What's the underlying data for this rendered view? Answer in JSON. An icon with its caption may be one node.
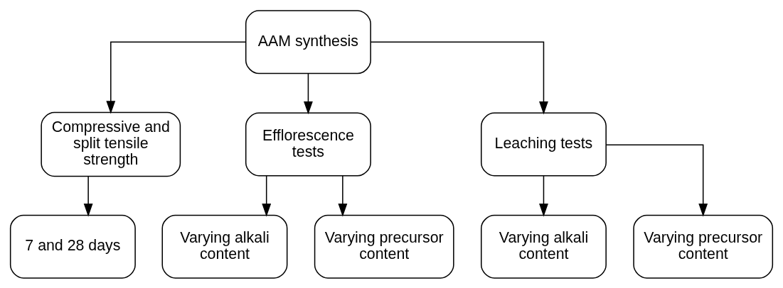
{
  "diagram": {
    "nodes": [
      {
        "text": [
          "AAM synthesis"
        ]
      },
      {
        "text": [
          "Compressive and split tensile strength"
        ]
      },
      {
        "text": [
          "Efflorescence tests"
        ]
      },
      {
        "text": [
          "Leaching tests"
        ]
      },
      {
        "text": [
          "7 and 28 days"
        ]
      },
      {
        "text": [
          "Varying alkali content"
        ]
      },
      {
        "text": [
          "Varying precursor content"
        ]
      },
      {
        "text": [
          "Varying alkali content"
        ]
      },
      {
        "text": [
          "Varying precursor content"
        ]
      }
    ],
    "edges": [
      {
        "from": 0,
        "to": 1,
        "arrow": "to"
      },
      {
        "from": 0,
        "to": 2,
        "arrow": "to"
      },
      {
        "from": 0,
        "to": 3,
        "arrow": "to"
      },
      {
        "from": 1,
        "to": 4,
        "arrow": "to"
      },
      {
        "from": 2,
        "to": 5,
        "arrow": "to"
      },
      {
        "from": 2,
        "to": 6,
        "arrow": "to"
      },
      {
        "from": 3,
        "to": 7,
        "arrow": "to"
      },
      {
        "from": 3,
        "to": 8,
        "arrow": "to"
      }
    ]
  }
}
